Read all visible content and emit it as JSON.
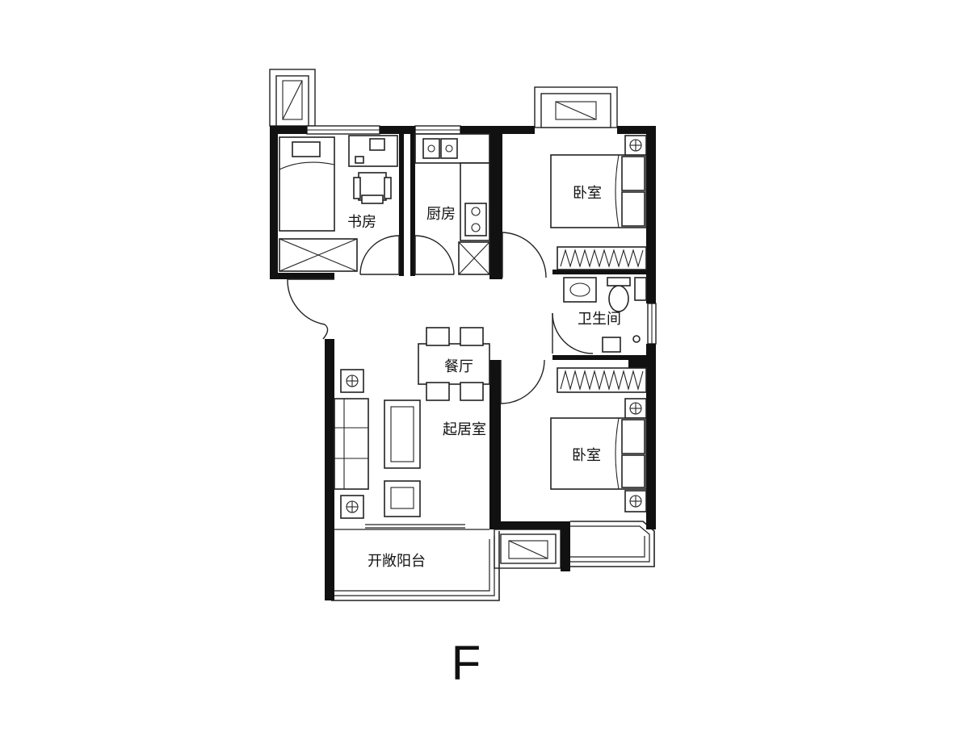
{
  "rooms": {
    "study": "书房",
    "kitchen": "厨房",
    "bedroom_upper": "卧室",
    "bathroom": "卫生间",
    "dining": "餐厅",
    "living": "起居室",
    "bedroom_lower": "卧室",
    "balcony": "开敞阳台"
  },
  "unit_letter": "F"
}
